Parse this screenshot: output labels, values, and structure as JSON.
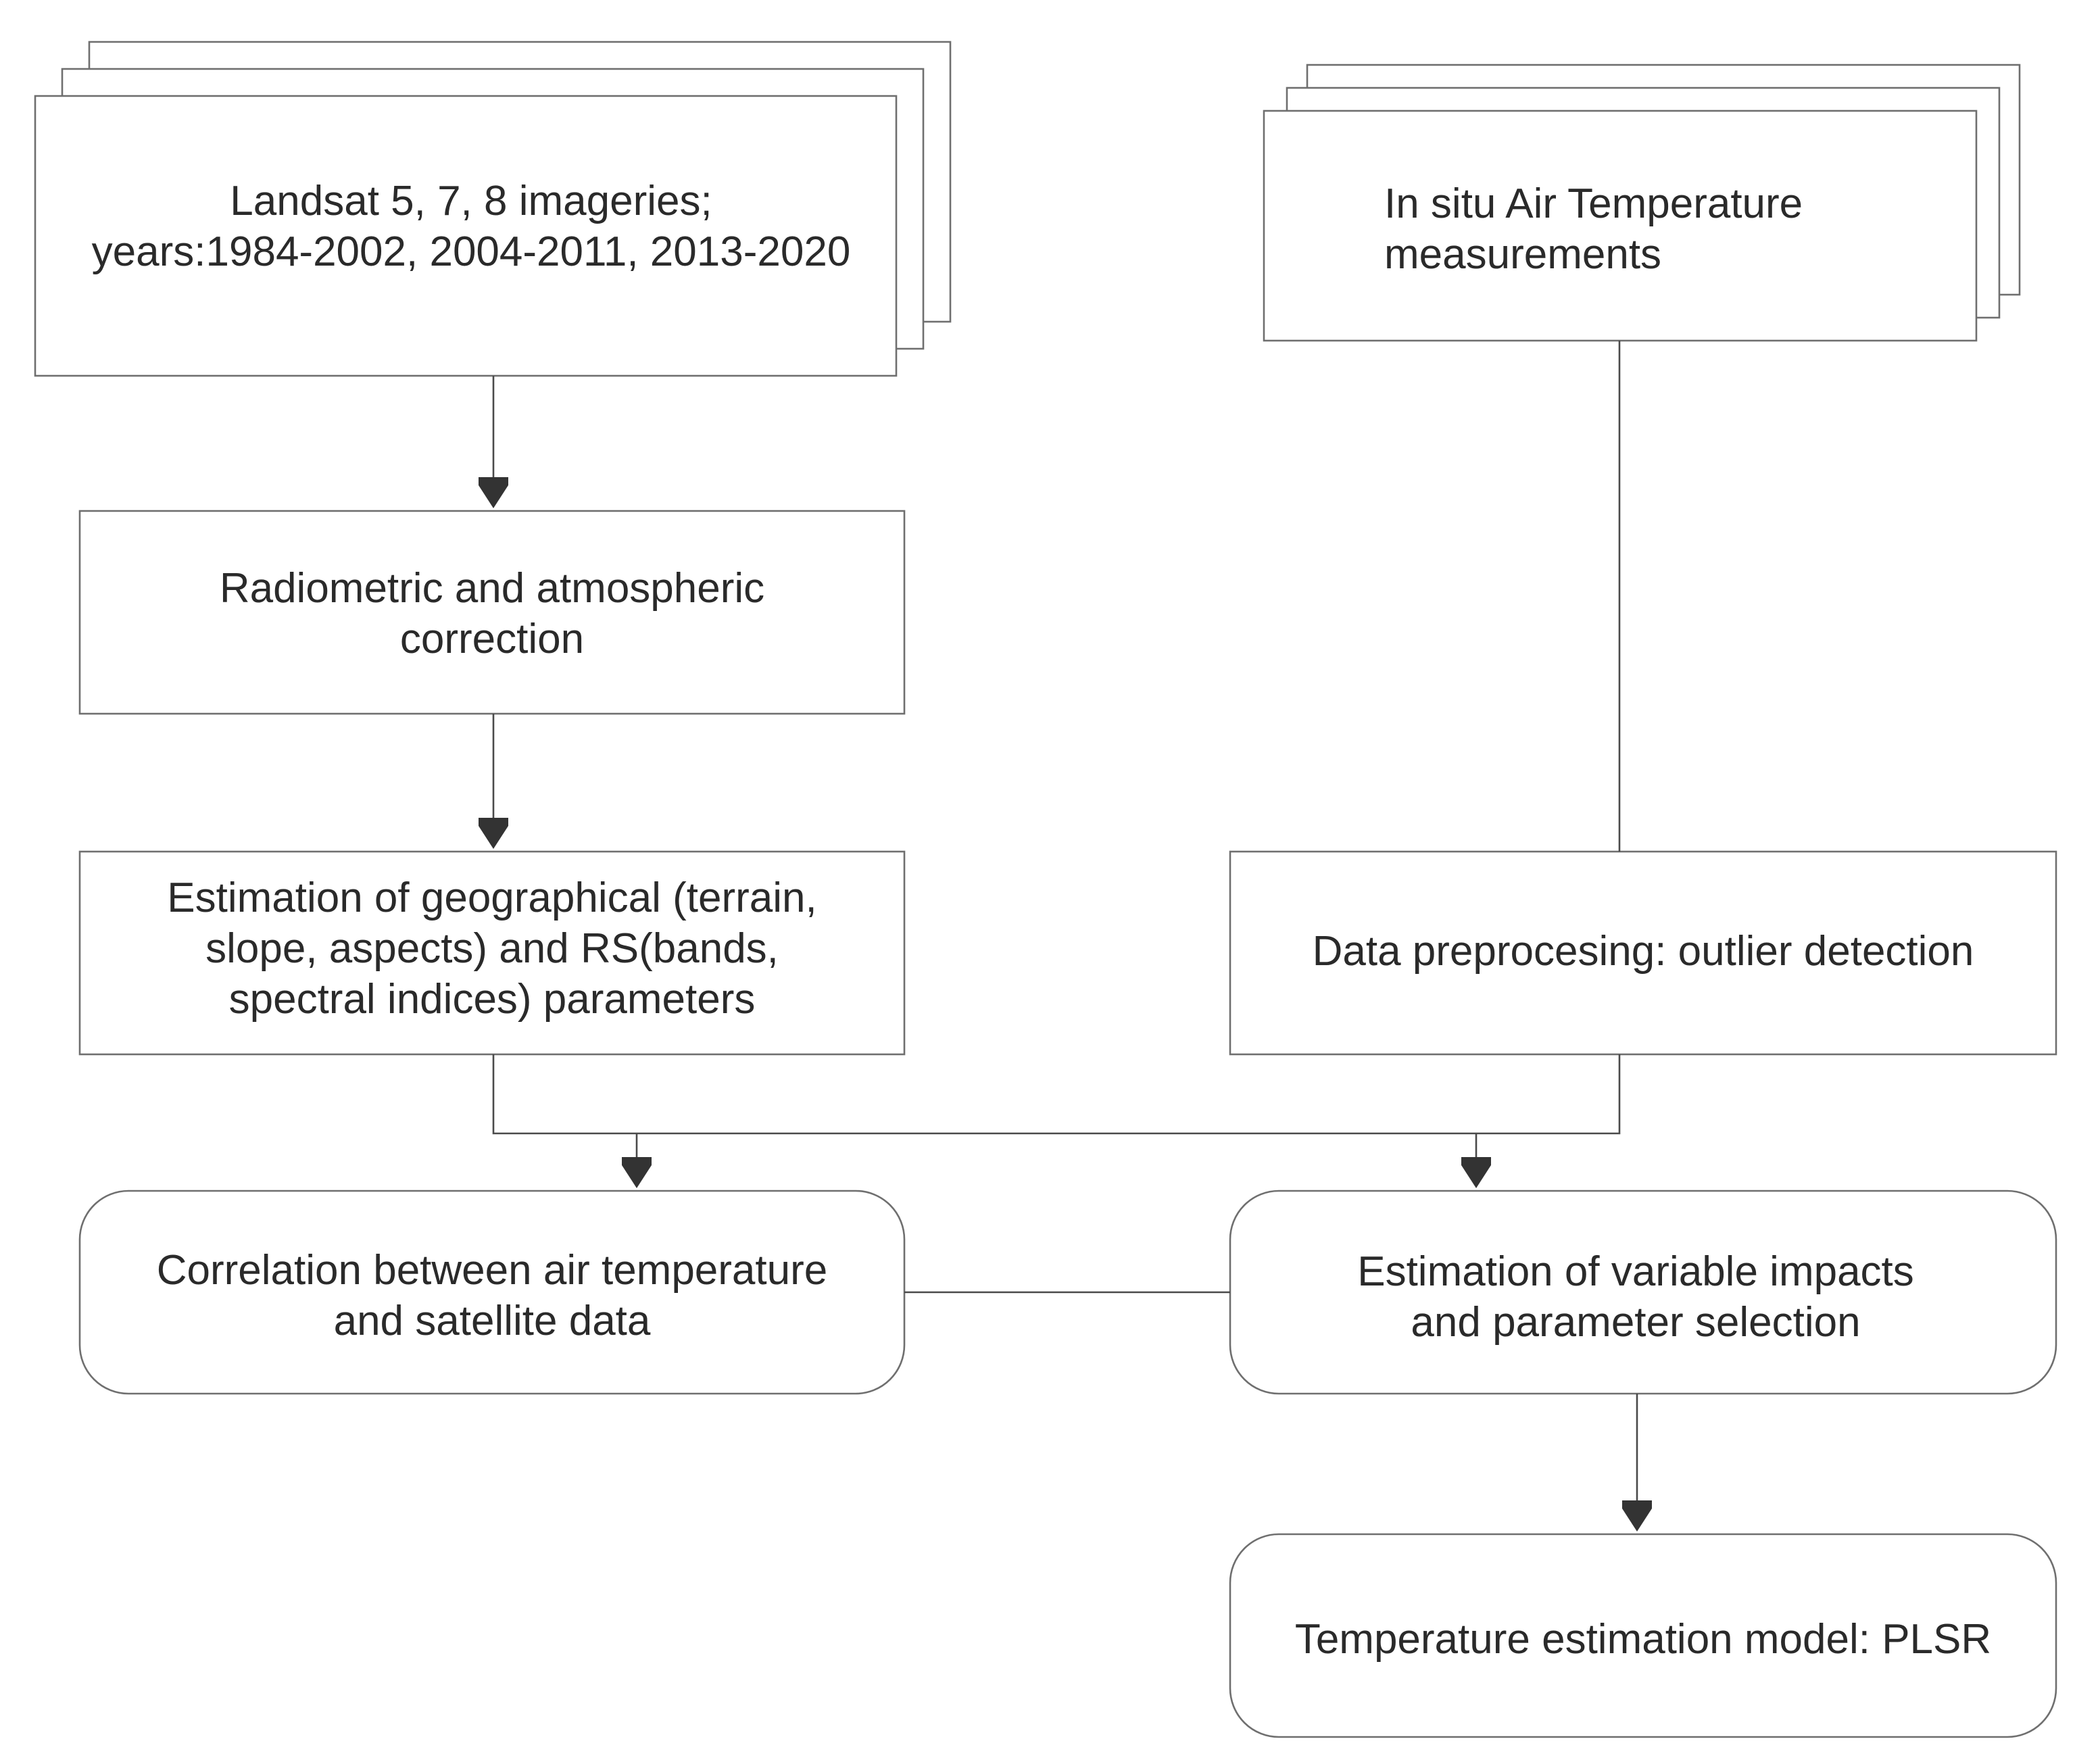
{
  "nodes": {
    "landsat": {
      "line1": "Landsat 5, 7, 8 imageries;",
      "line2": "years:1984-2002, 2004-2011, 2013-2020"
    },
    "insitu": {
      "line1": "In situ Air Temperature",
      "line2": "measurements"
    },
    "radiometric": {
      "line1": "Radiometric and atmospheric",
      "line2": "correction"
    },
    "estimation_geo": {
      "line1": "Estimation of geographical (terrain,",
      "line2": "slope, aspects) and RS(bands,",
      "line3": "spectral indices) parameters"
    },
    "preprocessing": {
      "line1": "Data preprocesing: outlier detection"
    },
    "correlation": {
      "line1": "Correlation between air temperature",
      "line2": "and satellite  data"
    },
    "variable_impacts": {
      "line1": "Estimation of variable impacts",
      "line2": "and parameter selection"
    },
    "model": {
      "line1": "Temperature estimation model: PLSR"
    }
  },
  "colors": {
    "box_stroke": "#6f6f6f",
    "connector": "#4a4a4a",
    "arrowhead": "#333333",
    "text": "#2a2a2a",
    "background": "#ffffff"
  }
}
